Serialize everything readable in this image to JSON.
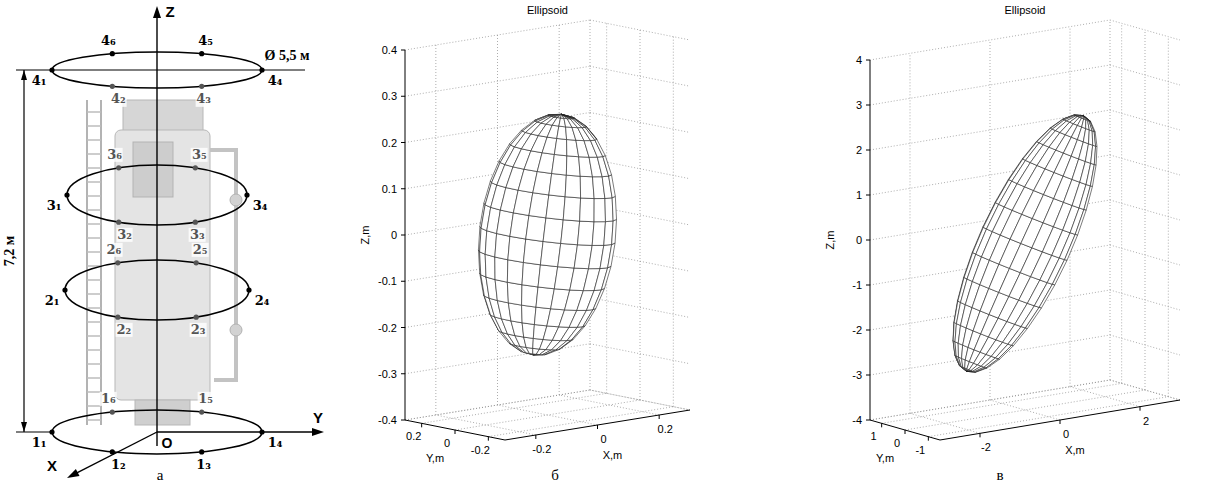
{
  "diagram": {
    "labels": [
      "а",
      "б",
      "в",
      "Z",
      "Y",
      "X",
      "O",
      "7,2 м",
      "Ø 5,5 м",
      "4₁",
      "4₂",
      "4₃",
      "4₄",
      "4₅",
      "4₆",
      "3₁",
      "3₂",
      "3₃",
      "3₄",
      "3₅",
      "3₆",
      "2₁",
      "2₂",
      "2₃",
      "2₄",
      "2₅",
      "2₆",
      "1₁",
      "1₂",
      "1₃",
      "1₄",
      "1₅",
      "1₆",
      "Ellipsoid",
      "0.4",
      "0.3",
      "0.2",
      "0.1",
      "0",
      "-0.1",
      "-0.2",
      "-0.3",
      "-0.4",
      "Z,m",
      "0.2",
      "0",
      "-0.2",
      "Y,m",
      "-0.2",
      "0",
      "0.2",
      "X,m",
      "Ellipsoid",
      "4",
      "3",
      "2",
      "1",
      "0",
      "-1",
      "-2",
      "-3",
      "-4",
      "Z,m",
      "1",
      "0",
      "-1",
      "Y,m",
      "-2",
      "0",
      "2",
      "X,m"
    ]
  }
}
